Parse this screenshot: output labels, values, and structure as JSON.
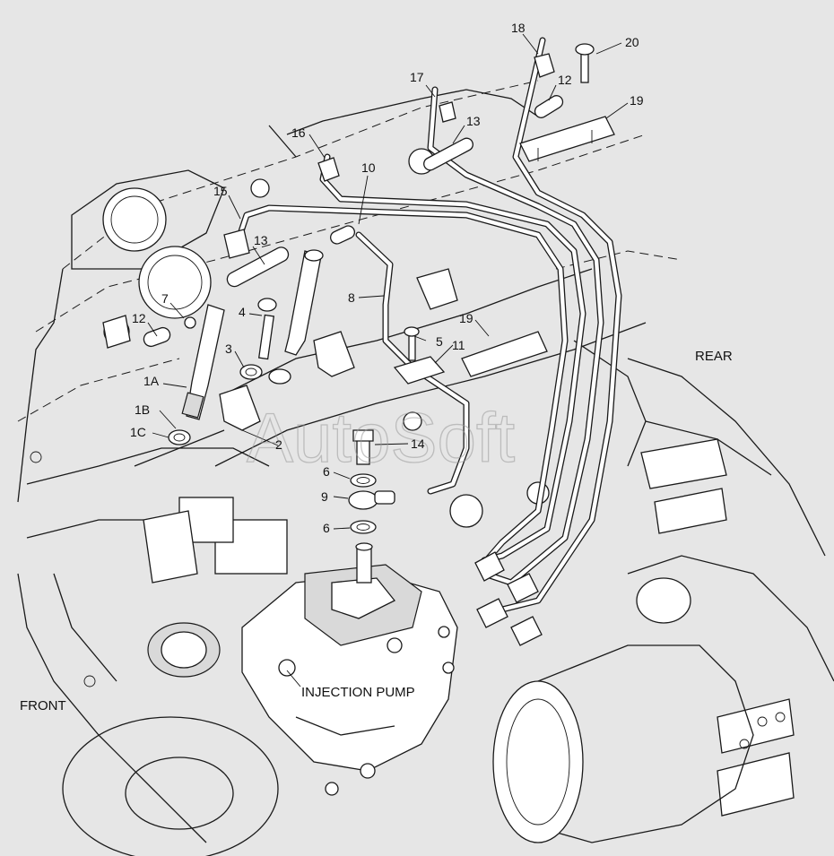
{
  "labels": {
    "front": "FRONT",
    "rear": "REAR",
    "injection_pump": "INJECTION PUMP"
  },
  "watermark": "AutoSoft",
  "callouts": {
    "c18": "18",
    "c20": "20",
    "c17": "17",
    "c12a": "12",
    "c19a": "19",
    "c13a": "13",
    "c16": "16",
    "c10": "10",
    "c15": "15",
    "c13b": "13",
    "c7": "7",
    "c12b": "12",
    "c4": "4",
    "c8": "8",
    "c19b": "19",
    "c5": "5",
    "c3": "3",
    "c11": "11",
    "c1a": "1A",
    "c1b": "1B",
    "c1c": "1C",
    "c2": "2",
    "c14": "14",
    "c6a": "6",
    "c9": "9",
    "c6b": "6"
  }
}
